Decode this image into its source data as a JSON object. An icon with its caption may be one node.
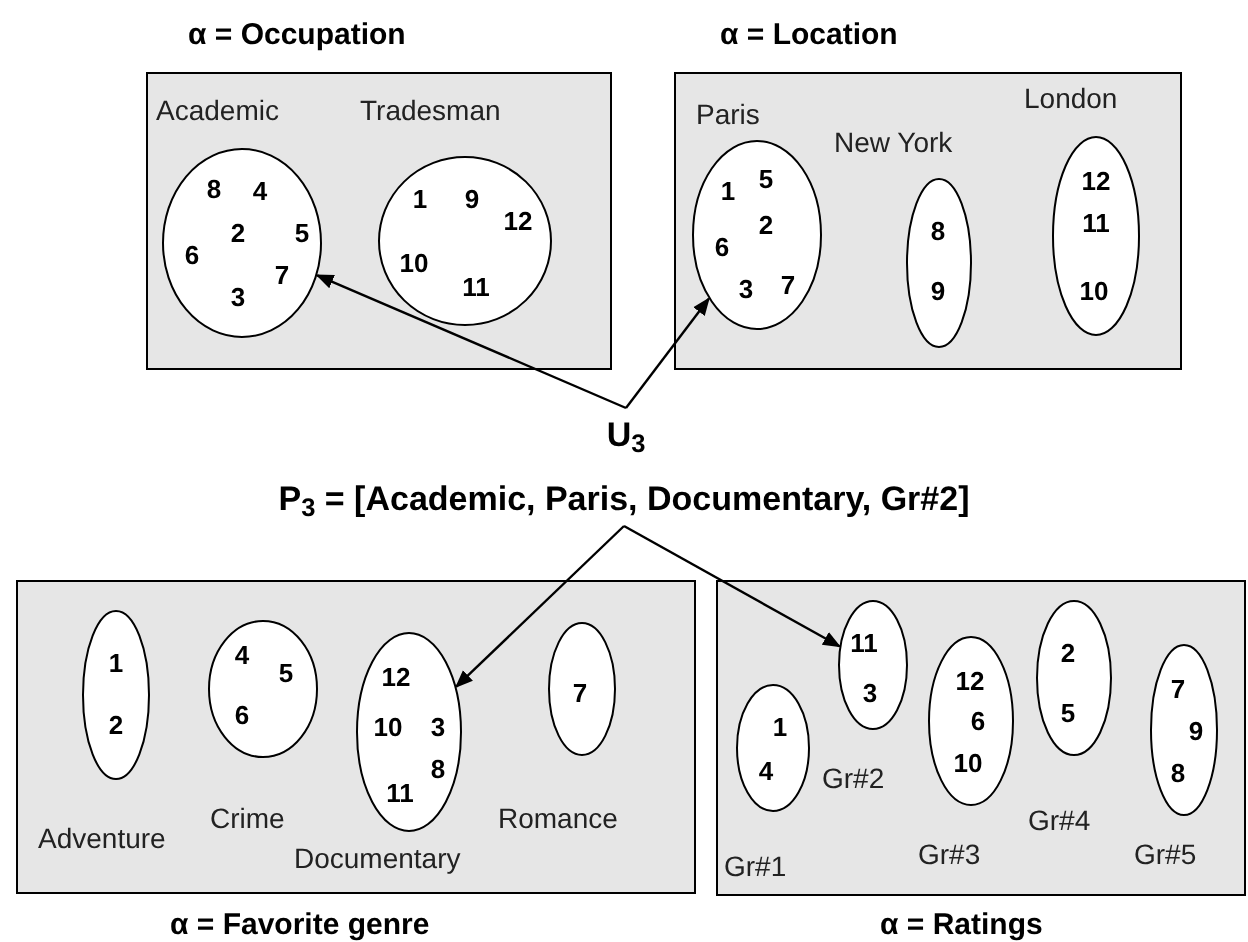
{
  "diagram": {
    "nodes": [
      {
        "text": [
          "α = Occupation"
        ]
      },
      {
        "text": [
          "Academic",
          "8",
          "4",
          "2",
          "5",
          "6",
          "7",
          "3"
        ],
        "in": 0
      },
      {
        "text": [
          "Tradesman",
          "1",
          "9",
          "12",
          "10",
          "11"
        ],
        "in": 0
      },
      {
        "text": [
          "α = Location"
        ]
      },
      {
        "text": [
          "Paris",
          "1",
          "5",
          "2",
          "6",
          "3",
          "7"
        ],
        "in": 3
      },
      {
        "text": [
          "New York",
          "8",
          "9"
        ],
        "in": 3
      },
      {
        "text": [
          "London",
          "12",
          "11",
          "10"
        ],
        "in": 3
      },
      {
        "text": [
          "U$_{3}$"
        ]
      },
      {
        "text": [
          "P$_{3}$ = [Academic, Paris, Documentary, Gr#2]"
        ]
      },
      {
        "text": [
          "α = Favorite genre"
        ]
      },
      {
        "text": [
          "1",
          "2",
          "Adventure"
        ],
        "in": 9
      },
      {
        "text": [
          "4",
          "5",
          "6",
          "Crime"
        ],
        "in": 9
      },
      {
        "text": [
          "12",
          "10",
          "3",
          "8",
          "11",
          "Documentary"
        ],
        "in": 9
      },
      {
        "text": [
          "7",
          "Romance"
        ],
        "in": 9
      },
      {
        "text": [
          "α = Ratings"
        ]
      },
      {
        "text": [
          "1",
          "4",
          "Gr#1"
        ],
        "in": 14
      },
      {
        "text": [
          "11",
          "3",
          "Gr#2"
        ],
        "in": 14
      },
      {
        "text": [
          "12",
          "6",
          "10",
          "Gr#3"
        ],
        "in": 14
      },
      {
        "text": [
          "2",
          "5",
          "Gr#4"
        ],
        "in": 14
      },
      {
        "text": [
          "7",
          "9",
          "8",
          "Gr#5"
        ],
        "in": 14
      }
    ],
    "edges": [
      {
        "from": 7,
        "to": 1,
        "arrow": "to"
      },
      {
        "from": 7,
        "to": 4,
        "arrow": "to"
      },
      {
        "from": 8,
        "to": 12,
        "arrow": "to"
      },
      {
        "from": 8,
        "to": 16,
        "arrow": "to"
      }
    ]
  }
}
